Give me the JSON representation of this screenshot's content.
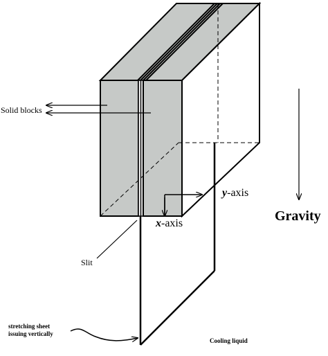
{
  "labels": {
    "solid_blocks": "Solid blocks",
    "slit": "Slit",
    "y_axis_var": "y",
    "y_axis_suffix": "-axis",
    "x_axis_var": "x",
    "x_axis_suffix": "-axis",
    "gravity": "Gravity",
    "sheet_line1": "stretching sheet",
    "sheet_line2": "issuing vertically",
    "cooling_liquid": "Cooling liquid"
  },
  "colors": {
    "block_fill": "#c6c9c7",
    "stroke": "#000000",
    "background": "#ffffff"
  }
}
